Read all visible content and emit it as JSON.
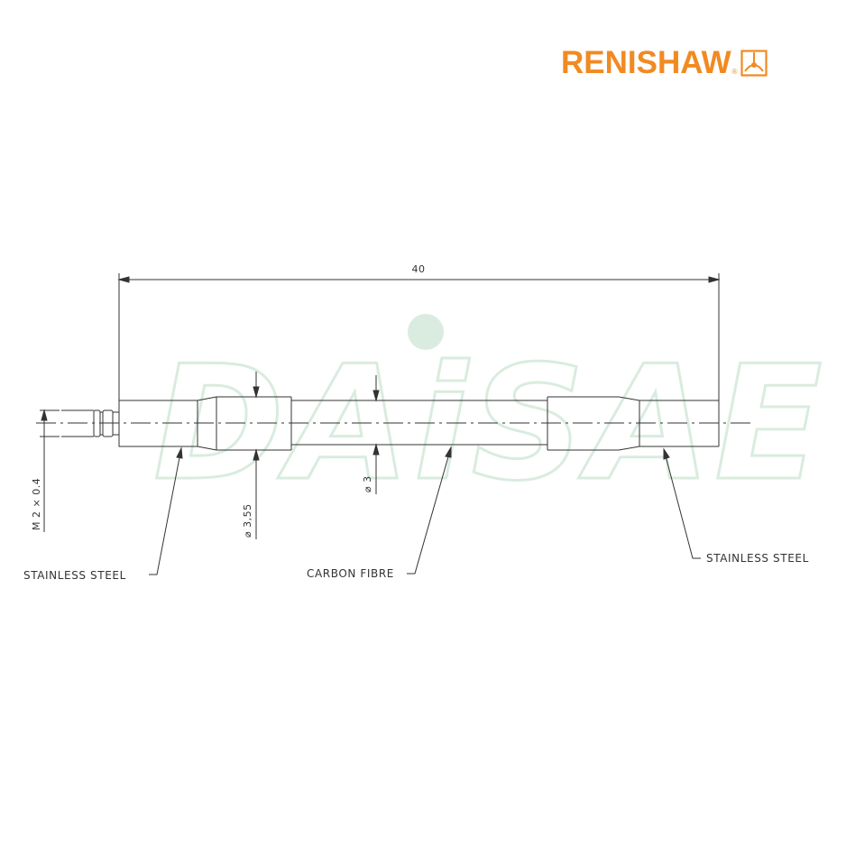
{
  "brand": {
    "name": "RENISHAW",
    "registered_mark": "®",
    "color": "#f18a22"
  },
  "watermark": {
    "text": "DAiSAE",
    "color": "#d9ecdf"
  },
  "drawing": {
    "dimension_length": "40",
    "thread_callout": "M 2 × 0.4",
    "diameter_body": "⌀ 3,55",
    "diameter_tube": "⌀ 3",
    "labels": {
      "left_material": "STAINLESS STEEL",
      "middle_material": "CARBON FIBRE",
      "right_material": "STAINLESS STEEL"
    },
    "line_color": "#333333"
  }
}
